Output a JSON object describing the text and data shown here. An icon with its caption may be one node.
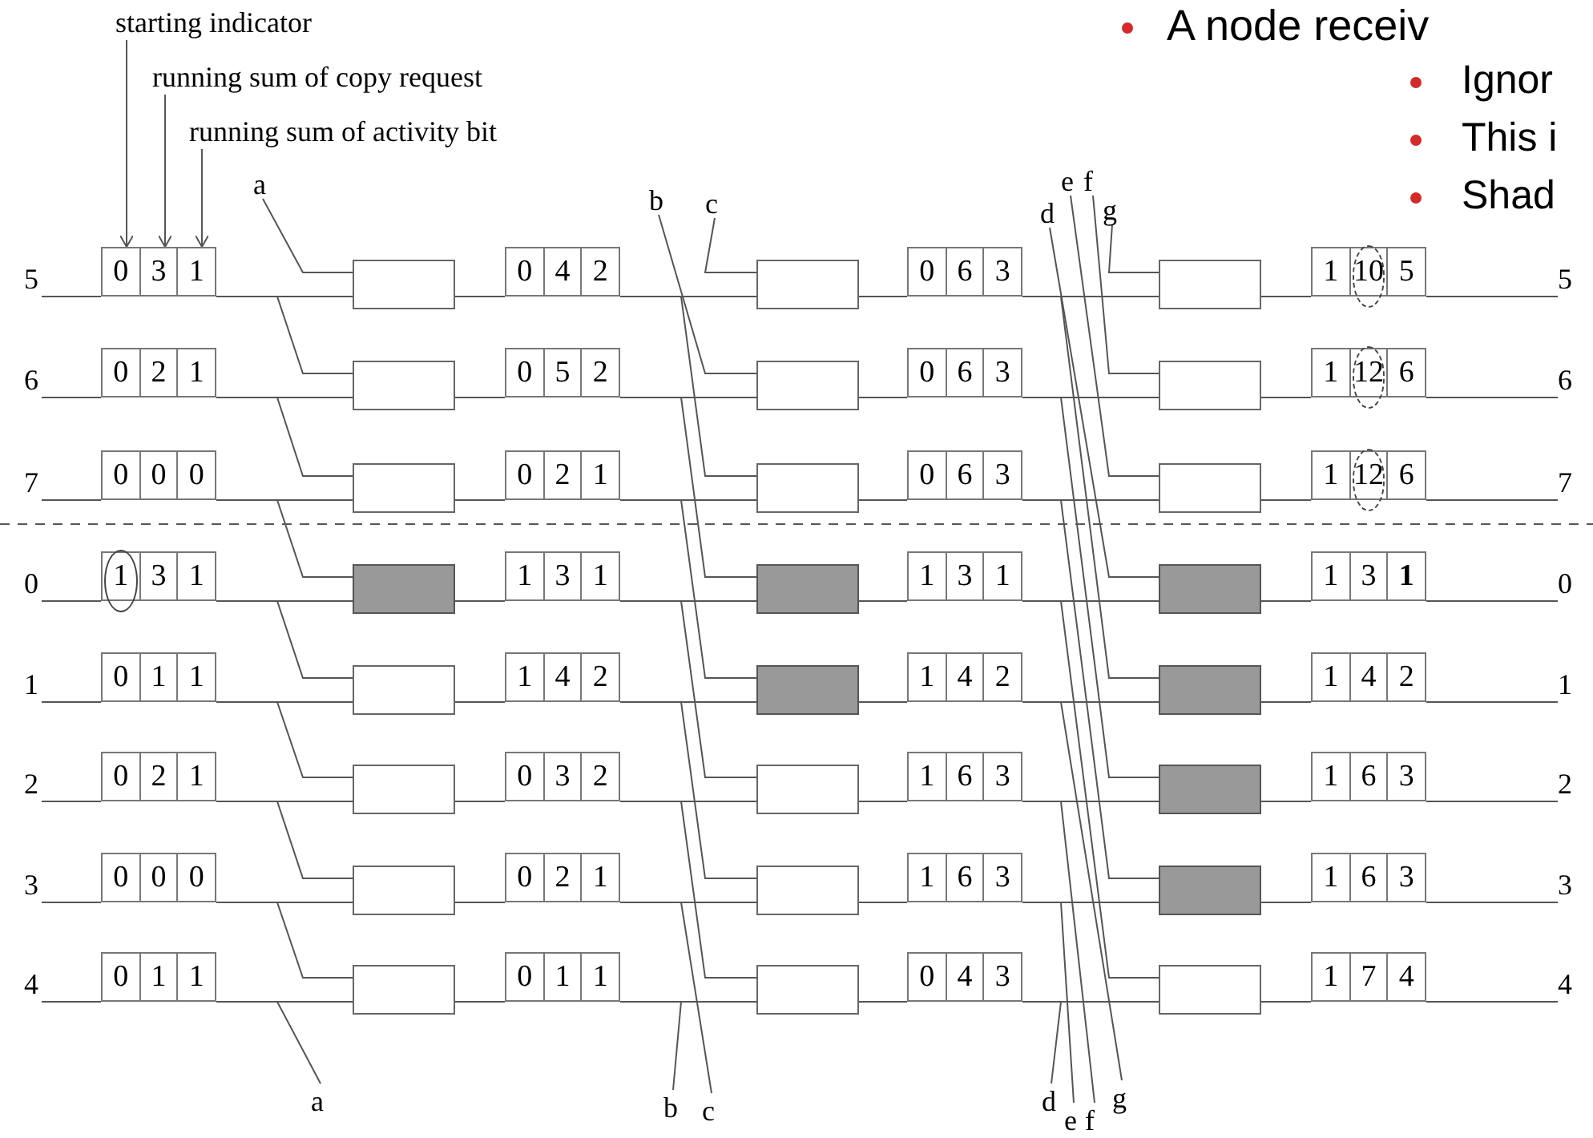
{
  "diagram": {
    "nodes": [
      {
        "text": [
          "starting indicator"
        ]
      },
      {
        "text": [
          "running sum of copy request"
        ]
      },
      {
        "text": [
          "running sum of activity bit"
        ]
      },
      {
        "text": [
          "a"
        ]
      },
      {
        "text": [
          "b"
        ]
      },
      {
        "text": [
          "c"
        ]
      },
      {
        "text": [
          "d"
        ]
      },
      {
        "text": [
          "e"
        ]
      },
      {
        "text": [
          "f"
        ]
      },
      {
        "text": [
          "g"
        ]
      },
      {
        "text": [
          "5"
        ]
      },
      {
        "text": [
          "0",
          "3",
          "1"
        ]
      },
      {
        "text": [],
        "shape": "box"
      },
      {
        "text": [
          "0",
          "4",
          "2"
        ]
      },
      {
        "text": [],
        "shape": "box"
      },
      {
        "text": [
          "0",
          "6",
          "3"
        ]
      },
      {
        "text": [],
        "shape": "box"
      },
      {
        "text": [
          "1",
          "10",
          "5"
        ]
      },
      {
        "text": [
          "5"
        ]
      },
      {
        "text": [
          "6"
        ]
      },
      {
        "text": [
          "0",
          "2",
          "1"
        ]
      },
      {
        "text": [],
        "shape": "box"
      },
      {
        "text": [
          "0",
          "5",
          "2"
        ]
      },
      {
        "text": [],
        "shape": "box"
      },
      {
        "text": [
          "0",
          "6",
          "3"
        ]
      },
      {
        "text": [],
        "shape": "box"
      },
      {
        "text": [
          "1",
          "12",
          "6"
        ]
      },
      {
        "text": [
          "6"
        ]
      },
      {
        "text": [
          "7"
        ]
      },
      {
        "text": [
          "0",
          "0",
          "0"
        ]
      },
      {
        "text": [],
        "shape": "box"
      },
      {
        "text": [
          "0",
          "2",
          "1"
        ]
      },
      {
        "text": [],
        "shape": "box"
      },
      {
        "text": [
          "0",
          "6",
          "3"
        ]
      },
      {
        "text": [],
        "shape": "box"
      },
      {
        "text": [
          "1",
          "12",
          "6"
        ]
      },
      {
        "text": [
          "7"
        ]
      },
      {
        "text": [
          "0"
        ]
      },
      {
        "text": [
          "1",
          "3",
          "1"
        ]
      },
      {
        "text": [],
        "shape": "box"
      },
      {
        "text": [
          "1",
          "3",
          "1"
        ]
      },
      {
        "text": [],
        "shape": "box"
      },
      {
        "text": [
          "1",
          "3",
          "1"
        ]
      },
      {
        "text": [],
        "shape": "box"
      },
      {
        "text": [
          "1",
          "3",
          "1"
        ]
      },
      {
        "text": [
          "0"
        ]
      },
      {
        "text": [
          "1"
        ]
      },
      {
        "text": [
          "0",
          "1",
          "1"
        ]
      },
      {
        "text": [],
        "shape": "box"
      },
      {
        "text": [
          "1",
          "4",
          "2"
        ]
      },
      {
        "text": [],
        "shape": "box"
      },
      {
        "text": [
          "1",
          "4",
          "2"
        ]
      },
      {
        "text": [],
        "shape": "box"
      },
      {
        "text": [
          "1",
          "4",
          "2"
        ]
      },
      {
        "text": [
          "1"
        ]
      },
      {
        "text": [
          "2"
        ]
      },
      {
        "text": [
          "0",
          "2",
          "1"
        ]
      },
      {
        "text": [],
        "shape": "box"
      },
      {
        "text": [
          "0",
          "3",
          "2"
        ]
      },
      {
        "text": [],
        "shape": "box"
      },
      {
        "text": [
          "1",
          "6",
          "3"
        ]
      },
      {
        "text": [],
        "shape": "box"
      },
      {
        "text": [
          "1",
          "6",
          "3"
        ]
      },
      {
        "text": [
          "2"
        ]
      },
      {
        "text": [
          "3"
        ]
      },
      {
        "text": [
          "0",
          "0",
          "0"
        ]
      },
      {
        "text": [],
        "shape": "box"
      },
      {
        "text": [
          "0",
          "2",
          "1"
        ]
      },
      {
        "text": [],
        "shape": "box"
      },
      {
        "text": [
          "1",
          "6",
          "3"
        ]
      },
      {
        "text": [],
        "shape": "box"
      },
      {
        "text": [
          "1",
          "6",
          "3"
        ]
      },
      {
        "text": [
          "3"
        ]
      },
      {
        "text": [
          "4"
        ]
      },
      {
        "text": [
          "0",
          "1",
          "1"
        ]
      },
      {
        "text": [],
        "shape": "box"
      },
      {
        "text": [
          "0",
          "1",
          "1"
        ]
      },
      {
        "text": [],
        "shape": "box"
      },
      {
        "text": [
          "0",
          "4",
          "3"
        ]
      },
      {
        "text": [],
        "shape": "box"
      },
      {
        "text": [
          "1",
          "7",
          "4"
        ]
      },
      {
        "text": [
          "4"
        ]
      },
      {
        "text": [
          "a"
        ]
      },
      {
        "text": [
          "b"
        ]
      },
      {
        "text": [
          "c"
        ]
      },
      {
        "text": [
          "d"
        ]
      },
      {
        "text": [
          "e"
        ]
      },
      {
        "text": [
          "f"
        ]
      },
      {
        "text": [
          "g"
        ]
      }
    ],
    "edges": [
      {
        "from": 0,
        "to": 11,
        "arrow": "to"
      },
      {
        "from": 1,
        "to": 11,
        "arrow": "to"
      },
      {
        "from": 2,
        "to": 11,
        "arrow": "to"
      },
      {
        "from": 10,
        "to": 11,
        "arrow": "none"
      },
      {
        "from": 11,
        "to": 12,
        "arrow": "none"
      },
      {
        "from": 12,
        "to": 13,
        "arrow": "none"
      },
      {
        "from": 13,
        "to": 14,
        "arrow": "none"
      },
      {
        "from": 14,
        "to": 15,
        "arrow": "none"
      },
      {
        "from": 15,
        "to": 16,
        "arrow": "none"
      },
      {
        "from": 16,
        "to": 17,
        "arrow": "none"
      },
      {
        "from": 17,
        "to": 18,
        "arrow": "none"
      },
      {
        "from": 19,
        "to": 20,
        "arrow": "none"
      },
      {
        "from": 20,
        "to": 21,
        "arrow": "none"
      },
      {
        "from": 21,
        "to": 22,
        "arrow": "none"
      },
      {
        "from": 22,
        "to": 23,
        "arrow": "none"
      },
      {
        "from": 23,
        "to": 24,
        "arrow": "none"
      },
      {
        "from": 24,
        "to": 25,
        "arrow": "none"
      },
      {
        "from": 25,
        "to": 26,
        "arrow": "none"
      },
      {
        "from": 26,
        "to": 27,
        "arrow": "none"
      },
      {
        "from": 28,
        "to": 29,
        "arrow": "none"
      },
      {
        "from": 29,
        "to": 30,
        "arrow": "none"
      },
      {
        "from": 30,
        "to": 31,
        "arrow": "none"
      },
      {
        "from": 31,
        "to": 32,
        "arrow": "none"
      },
      {
        "from": 32,
        "to": 33,
        "arrow": "none"
      },
      {
        "from": 33,
        "to": 34,
        "arrow": "none"
      },
      {
        "from": 34,
        "to": 35,
        "arrow": "none"
      },
      {
        "from": 35,
        "to": 36,
        "arrow": "none"
      },
      {
        "from": 37,
        "to": 38,
        "arrow": "none"
      },
      {
        "from": 38,
        "to": 39,
        "arrow": "none"
      },
      {
        "from": 39,
        "to": 40,
        "arrow": "none"
      },
      {
        "from": 40,
        "to": 41,
        "arrow": "none"
      },
      {
        "from": 41,
        "to": 42,
        "arrow": "none"
      },
      {
        "from": 42,
        "to": 43,
        "arrow": "none"
      },
      {
        "from": 43,
        "to": 44,
        "arrow": "none"
      },
      {
        "from": 44,
        "to": 45,
        "arrow": "none"
      },
      {
        "from": 46,
        "to": 47,
        "arrow": "none"
      },
      {
        "from": 47,
        "to": 48,
        "arrow": "none"
      },
      {
        "from": 48,
        "to": 49,
        "arrow": "none"
      },
      {
        "from": 49,
        "to": 50,
        "arrow": "none"
      },
      {
        "from": 50,
        "to": 51,
        "arrow": "none"
      },
      {
        "from": 51,
        "to": 52,
        "arrow": "none"
      },
      {
        "from": 52,
        "to": 53,
        "arrow": "none"
      },
      {
        "from": 53,
        "to": 54,
        "arrow": "none"
      },
      {
        "from": 55,
        "to": 56,
        "arrow": "none"
      },
      {
        "from": 56,
        "to": 57,
        "arrow": "none"
      },
      {
        "from": 57,
        "to": 58,
        "arrow": "none"
      },
      {
        "from": 58,
        "to": 59,
        "arrow": "none"
      },
      {
        "from": 59,
        "to": 60,
        "arrow": "none"
      },
      {
        "from": 60,
        "to": 61,
        "arrow": "none"
      },
      {
        "from": 61,
        "to": 62,
        "arrow": "none"
      },
      {
        "from": 62,
        "to": 63,
        "arrow": "none"
      },
      {
        "from": 64,
        "to": 65,
        "arrow": "none"
      },
      {
        "from": 65,
        "to": 66,
        "arrow": "none"
      },
      {
        "from": 66,
        "to": 67,
        "arrow": "none"
      },
      {
        "from": 67,
        "to": 68,
        "arrow": "none"
      },
      {
        "from": 68,
        "to": 69,
        "arrow": "none"
      },
      {
        "from": 69,
        "to": 70,
        "arrow": "none"
      },
      {
        "from": 70,
        "to": 71,
        "arrow": "none"
      },
      {
        "from": 71,
        "to": 72,
        "arrow": "none"
      },
      {
        "from": 73,
        "to": 74,
        "arrow": "none"
      },
      {
        "from": 74,
        "to": 75,
        "arrow": "none"
      },
      {
        "from": 75,
        "to": 76,
        "arrow": "none"
      },
      {
        "from": 76,
        "to": 77,
        "arrow": "none"
      },
      {
        "from": 77,
        "to": 78,
        "arrow": "none"
      },
      {
        "from": 78,
        "to": 79,
        "arrow": "none"
      },
      {
        "from": 79,
        "to": 80,
        "arrow": "none"
      },
      {
        "from": 80,
        "to": 81,
        "arrow": "none"
      },
      {
        "from": 3,
        "to": 12,
        "arrow": "none"
      },
      {
        "from": 11,
        "to": 21,
        "arrow": "none"
      },
      {
        "from": 20,
        "to": 30,
        "arrow": "none"
      },
      {
        "from": 29,
        "to": 39,
        "arrow": "none"
      },
      {
        "from": 38,
        "to": 48,
        "arrow": "none"
      },
      {
        "from": 47,
        "to": 57,
        "arrow": "none"
      },
      {
        "from": 56,
        "to": 66,
        "arrow": "none"
      },
      {
        "from": 65,
        "to": 75,
        "arrow": "none"
      },
      {
        "from": 74,
        "to": 82,
        "arrow": "none"
      },
      {
        "from": 5,
        "to": 14,
        "arrow": "none"
      },
      {
        "from": 4,
        "to": 23,
        "arrow": "none"
      },
      {
        "from": 13,
        "to": 32,
        "arrow": "none"
      },
      {
        "from": 22,
        "to": 41,
        "arrow": "none"
      },
      {
        "from": 31,
        "to": 50,
        "arrow": "none"
      },
      {
        "from": 40,
        "to": 59,
        "arrow": "none"
      },
      {
        "from": 49,
        "to": 68,
        "arrow": "none"
      },
      {
        "from": 58,
        "to": 77,
        "arrow": "none"
      },
      {
        "from": 67,
        "to": 84,
        "arrow": "none"
      },
      {
        "from": 76,
        "to": 83,
        "arrow": "none"
      },
      {
        "from": 9,
        "to": 16,
        "arrow": "none"
      },
      {
        "from": 8,
        "to": 25,
        "arrow": "none"
      },
      {
        "from": 7,
        "to": 34,
        "arrow": "none"
      },
      {
        "from": 6,
        "to": 43,
        "arrow": "none"
      },
      {
        "from": 15,
        "to": 52,
        "arrow": "none"
      },
      {
        "from": 24,
        "to": 61,
        "arrow": "none"
      },
      {
        "from": 33,
        "to": 70,
        "arrow": "none"
      },
      {
        "from": 42,
        "to": 79,
        "arrow": "none"
      },
      {
        "from": 51,
        "to": 88,
        "arrow": "none"
      },
      {
        "from": 60,
        "to": 87,
        "arrow": "none"
      },
      {
        "from": 69,
        "to": 86,
        "arrow": "none"
      },
      {
        "from": 78,
        "to": 85,
        "arrow": "none"
      }
    ],
    "labels": [
      "A node receiv",
      "Ignor",
      "This i",
      "Shad"
    ]
  }
}
